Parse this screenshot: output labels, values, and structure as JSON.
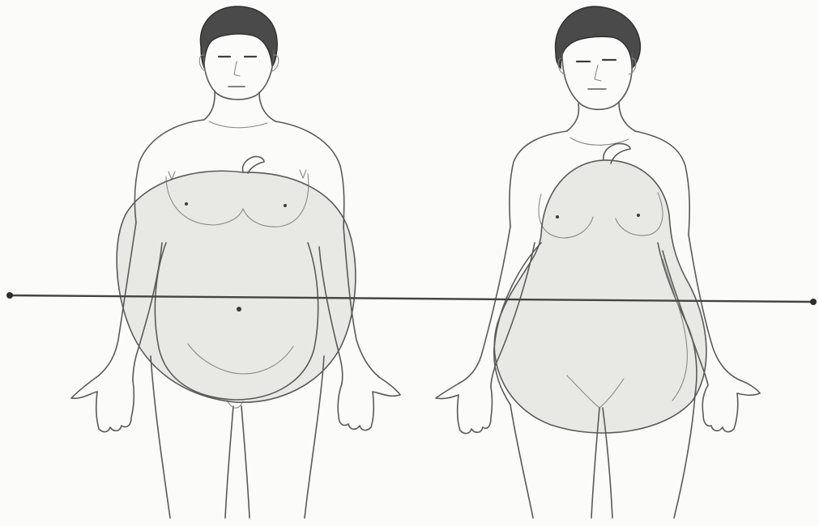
{
  "figures": [
    {
      "shape": "apple",
      "sex": "male"
    },
    {
      "shape": "pear",
      "sex": "female"
    }
  ],
  "colors": {
    "paper": "#fbfbf9",
    "pencil": "#5a5a5a",
    "shading": "#d9d9d6"
  }
}
